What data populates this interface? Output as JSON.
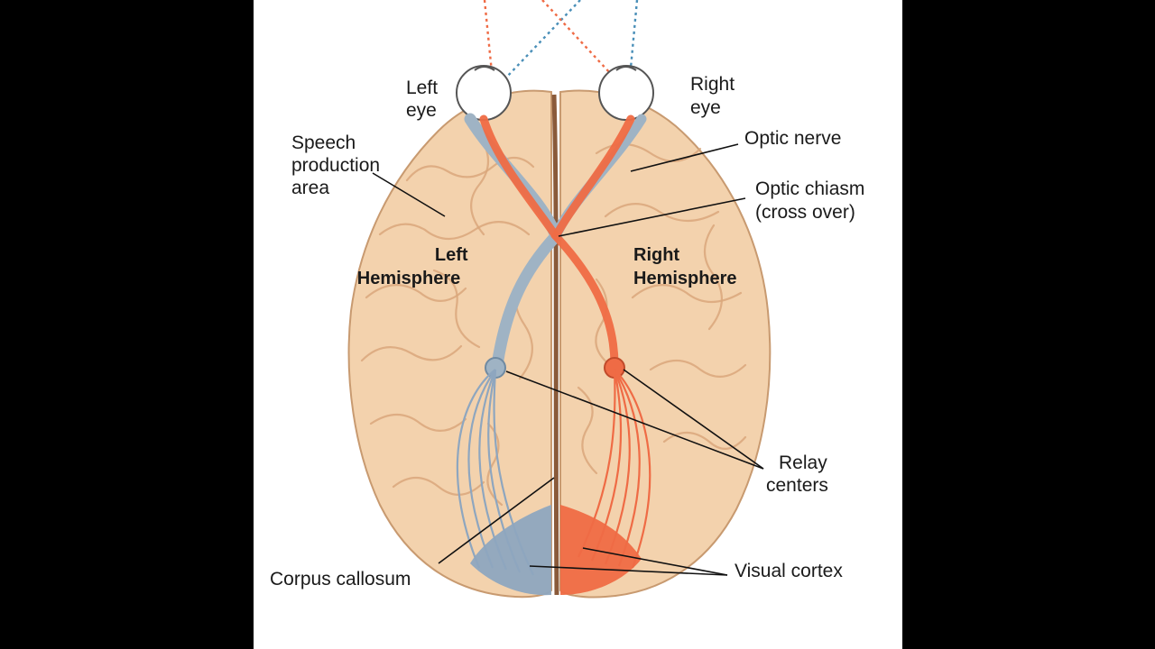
{
  "labels": {
    "left_eye": [
      "Left",
      "eye"
    ],
    "right_eye": [
      "Right",
      "eye"
    ],
    "speech": [
      "Speech",
      "production",
      "area"
    ],
    "optic_nerve": "Optic nerve",
    "optic_chiasm": [
      "Optic chiasm",
      "(cross over)"
    ],
    "left_hemisphere": [
      "Left",
      "Hemisphere"
    ],
    "right_hemisphere": [
      "Right",
      "Hemisphere"
    ],
    "relay_centers": [
      "Relay",
      "centers"
    ],
    "corpus_callosum": "Corpus callosum",
    "visual_cortex": "Visual cortex"
  },
  "colors": {
    "left_pathway": "#9fb3c4",
    "right_pathway": "#ef6b45",
    "brain": "#f3d2ad",
    "letterbox": "#000000",
    "background": "#ffffff"
  }
}
